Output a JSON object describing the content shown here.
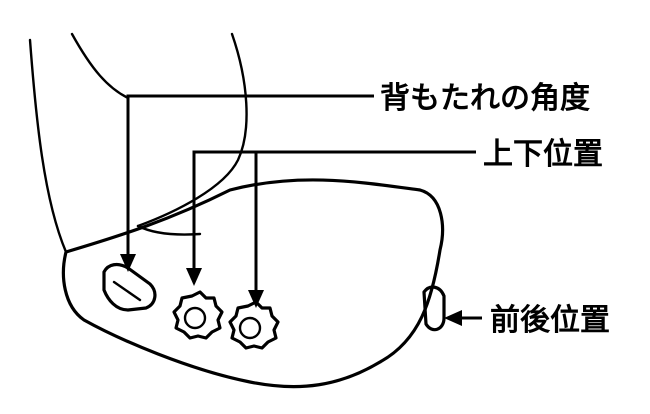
{
  "callouts": {
    "backrest_angle": "背もたれの角度",
    "height_position": "上下位置",
    "fore_aft_position": "前後位置"
  },
  "colors": {
    "line": "#000000",
    "background": "#ffffff"
  }
}
